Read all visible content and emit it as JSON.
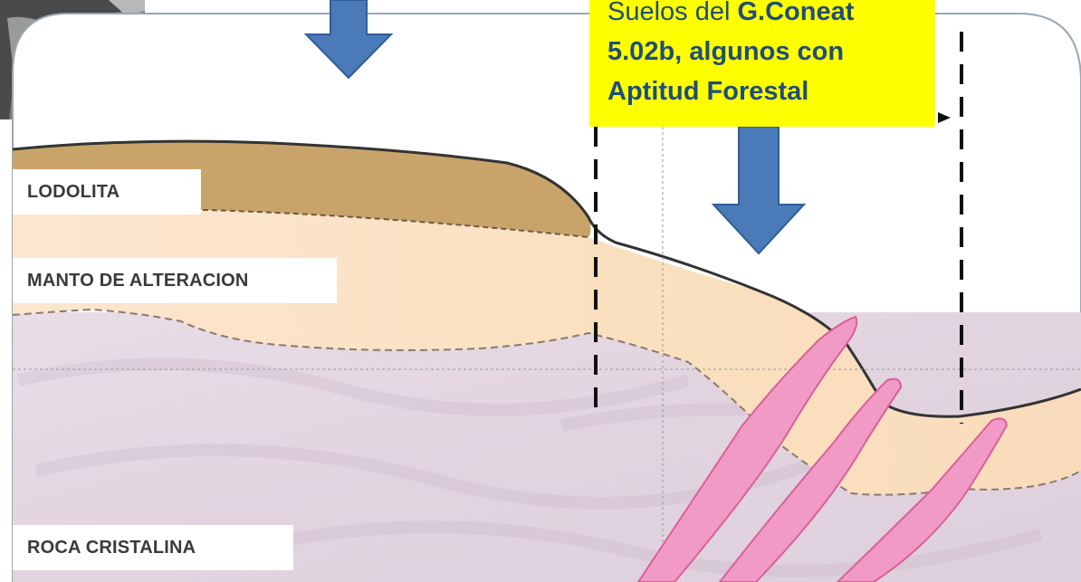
{
  "labels": {
    "lodolita": "LODOLITA",
    "manto": "MANTO DE ALTERACION",
    "roca": "ROCA CRISTALINA"
  },
  "callout": {
    "prefix": "Suelos del ",
    "bold_code": "G.Coneat",
    "line2": "5.02b, algunos  con",
    "line3": "Aptitud Forestal"
  },
  "colors": {
    "lodolita": "#c9a46a",
    "manto": "#fbe3c6",
    "roca": "#e6dae4",
    "veins": "#f29ac6",
    "arrow": "#4a7ab8",
    "callout_bg": "#ffff00",
    "callout_text": "#1f4e79"
  }
}
